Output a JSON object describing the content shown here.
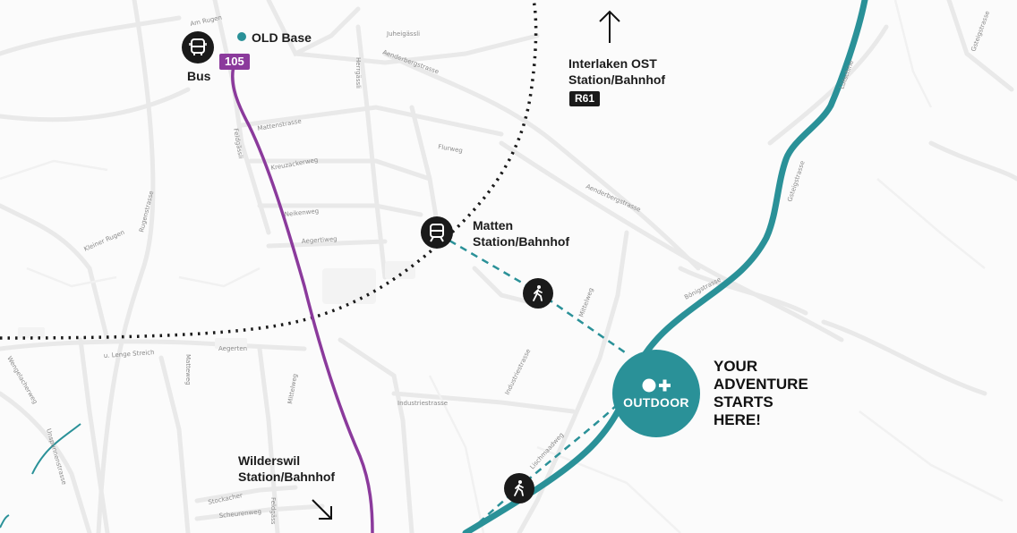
{
  "map": {
    "locations": {
      "bus_label": "Bus",
      "old_base_label": "OLD Base",
      "bus_route": "105",
      "interlaken_line1": "Interlaken OST",
      "interlaken_line2": "Station/Bahnhof",
      "interlaken_route": "R61",
      "matten_line1": "Matten",
      "matten_line2": "Station/Bahnhof",
      "wilderswil_line1": "Wilderswil",
      "wilderswil_line2": "Station/Bahnhof"
    },
    "outdoor": {
      "brand": "OUTDOOR",
      "tagline": [
        "YOUR",
        "ADVENTURE",
        "STARTS",
        "HERE!"
      ]
    },
    "streets": [
      "Am Rugen",
      "Juheigässli",
      "Aenderbergstrasse",
      "Herrgässli",
      "Mattenstrasse",
      "Feldgässli",
      "Kreuzackerweg",
      "Neikenweg",
      "Aegertiweg",
      "Flurweg",
      "Rugenstrasse",
      "Kleiner Rugen",
      "Aenderbergstrasse",
      "Mittelweg",
      "Bönigstrasse",
      "Gsteigstrasse",
      "Industriestrasse",
      "u. Lenge Streich",
      "Matteweg",
      "Wengelacherweg",
      "Unspunnenstrasse",
      "Scheurenweg",
      "Stockacher",
      "Feldgäss",
      "Lütschine",
      "Gsteigstrasse",
      "Lischmaadweg",
      "Industriestrasse",
      "Mittelweg",
      "Aegerten",
      "Wilderswil"
    ],
    "colors": {
      "river": "#2a9198",
      "bus_line": "#8b3a9c",
      "rail": "#1a1a1a",
      "walk": "#2a9198"
    },
    "icons": [
      "bus-icon",
      "train-icon",
      "walk-icon",
      "arrow-up-icon",
      "arrow-down-right-icon",
      "outdoor-logo-icon"
    ]
  }
}
